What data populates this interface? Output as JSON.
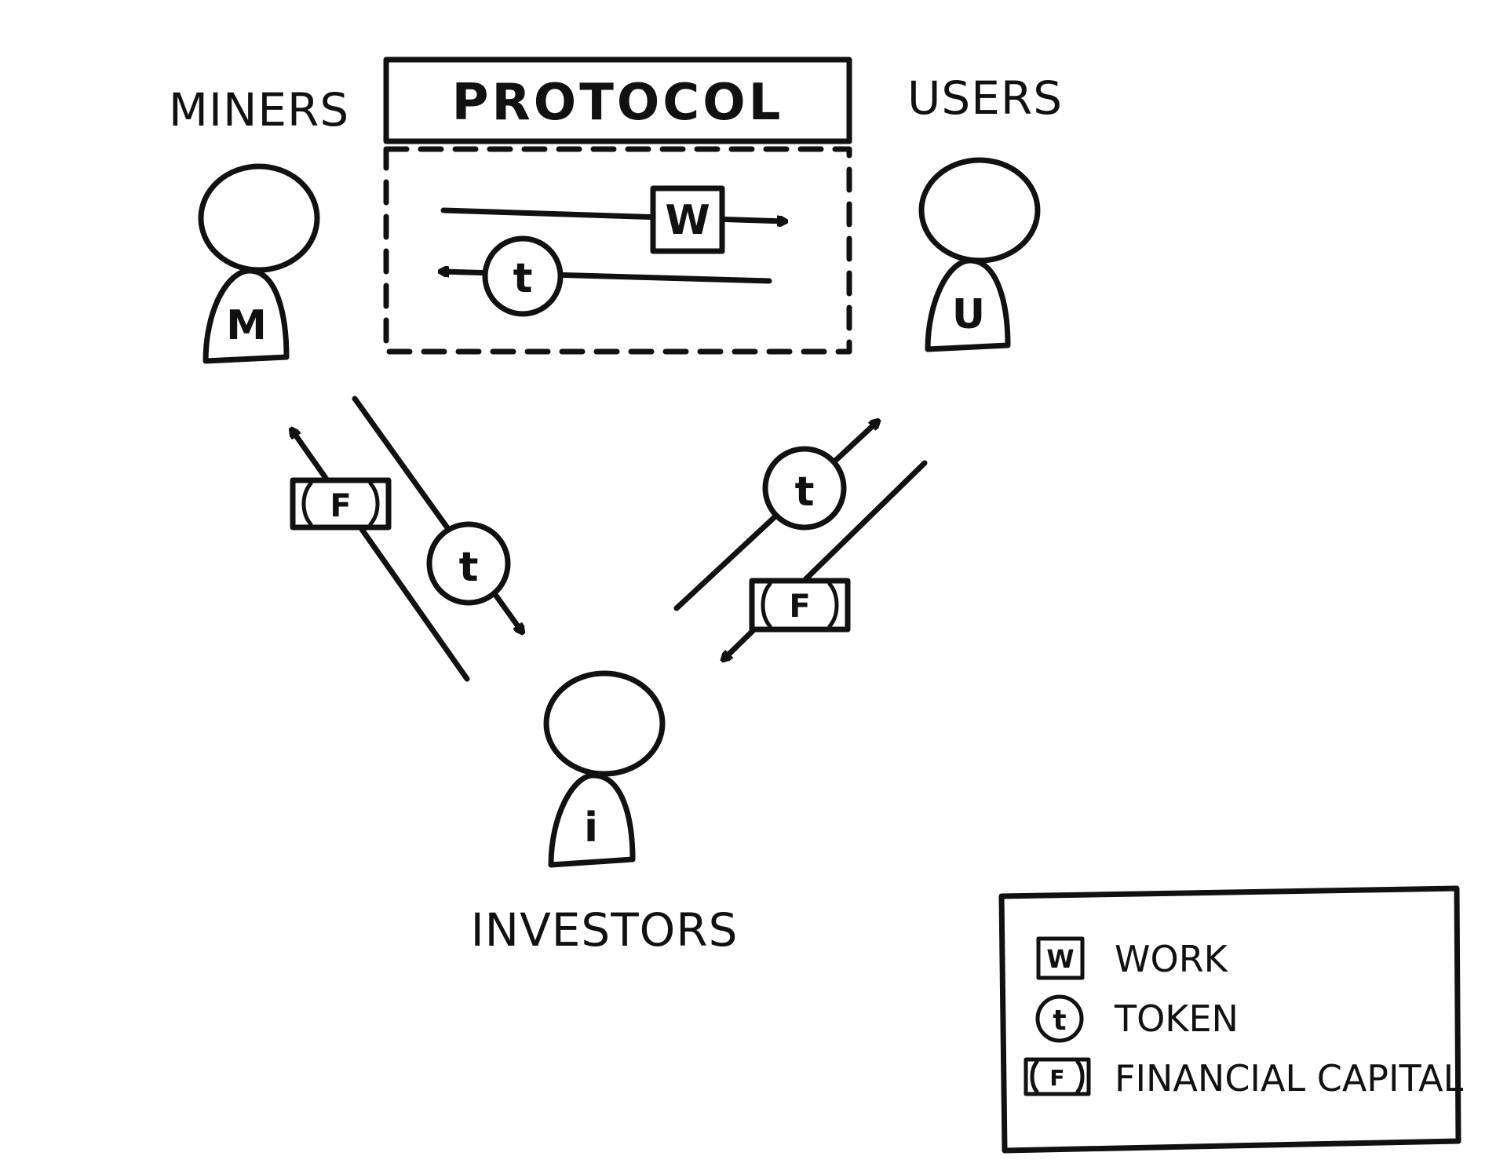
{
  "protocol": {
    "title": "PROTOCOL",
    "work_symbol": "W",
    "token_symbol": "t"
  },
  "actors": {
    "miners": {
      "label": "MINERS",
      "badge": "M"
    },
    "users": {
      "label": "USERS",
      "badge": "U"
    },
    "investors": {
      "label": "INVESTORS",
      "badge": "i"
    }
  },
  "flows": {
    "miners_investors_capital_symbol": "F",
    "miners_investors_token_symbol": "t",
    "users_investors_token_symbol": "t",
    "users_investors_capital_symbol": "F"
  },
  "legend": {
    "items": [
      {
        "symbol": "W",
        "label": "WORK"
      },
      {
        "symbol": "t",
        "label": "TOKEN"
      },
      {
        "symbol": "F",
        "label": "FINANCIAL CAPITAL"
      }
    ]
  },
  "colors": {
    "ink": "#111111",
    "background": "#ffffff"
  }
}
